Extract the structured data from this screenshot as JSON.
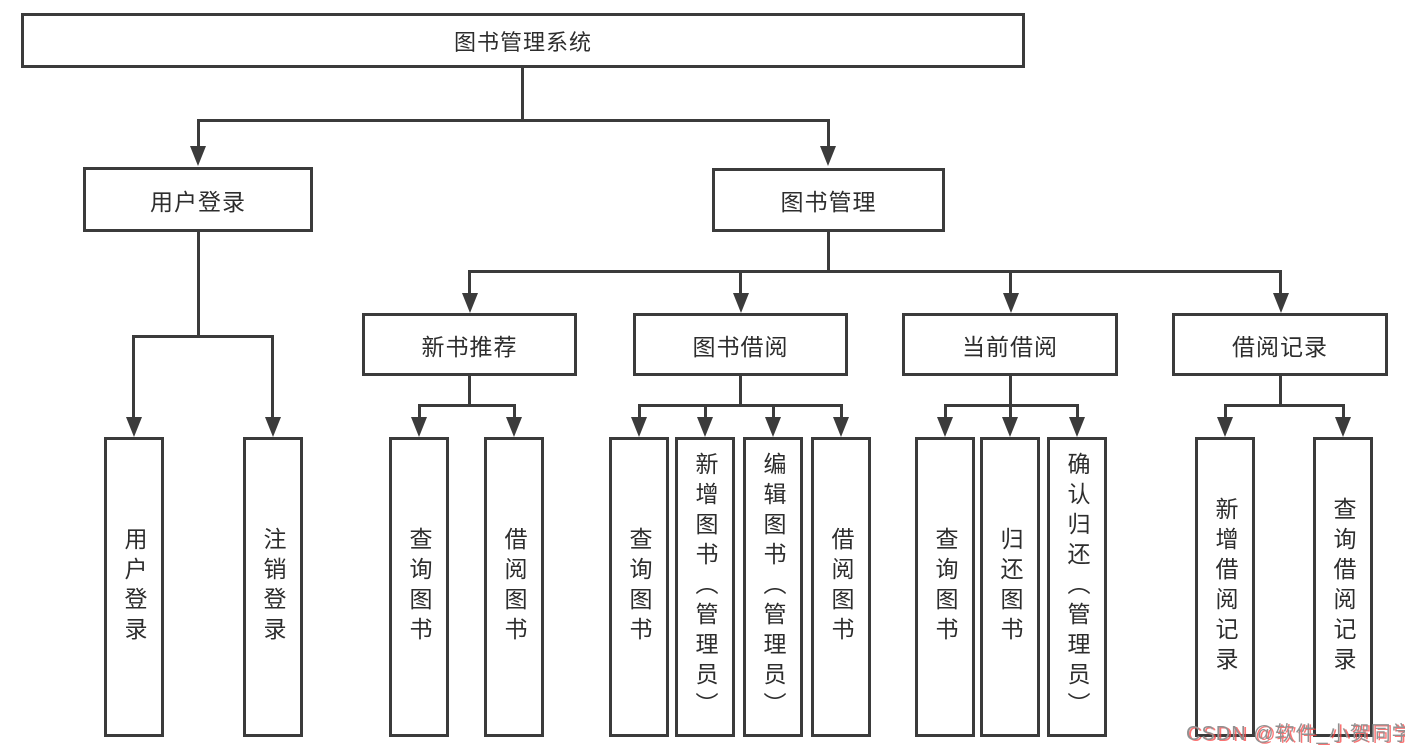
{
  "tree": {
    "label": "图书管理系统",
    "children": [
      {
        "label": "用户登录",
        "children": [
          {
            "label": "用户登录"
          },
          {
            "label": "注销登录"
          }
        ]
      },
      {
        "label": "图书管理",
        "children": [
          {
            "label": "新书推荐",
            "children": [
              {
                "label": "查询图书"
              },
              {
                "label": "借阅图书"
              }
            ]
          },
          {
            "label": "图书借阅",
            "children": [
              {
                "label": "查询图书"
              },
              {
                "label": "新增图书（管理员）"
              },
              {
                "label": "编辑图书（管理员）"
              },
              {
                "label": "借阅图书"
              }
            ]
          },
          {
            "label": "当前借阅",
            "children": [
              {
                "label": "查询图书"
              },
              {
                "label": "归还图书"
              },
              {
                "label": "确认归还（管理员）"
              }
            ]
          },
          {
            "label": "借阅记录",
            "children": [
              {
                "label": "新增借阅记录"
              },
              {
                "label": "查询借阅记录"
              }
            ]
          }
        ]
      }
    ]
  },
  "watermark": {
    "text": "CSDN @软件_小贺同学"
  },
  "colors": {
    "line": "#3b3b3b",
    "text": "#2d2d2d",
    "background": "#ffffff",
    "watermark_text": "#919191",
    "watermark_shadow": "#f84646"
  }
}
